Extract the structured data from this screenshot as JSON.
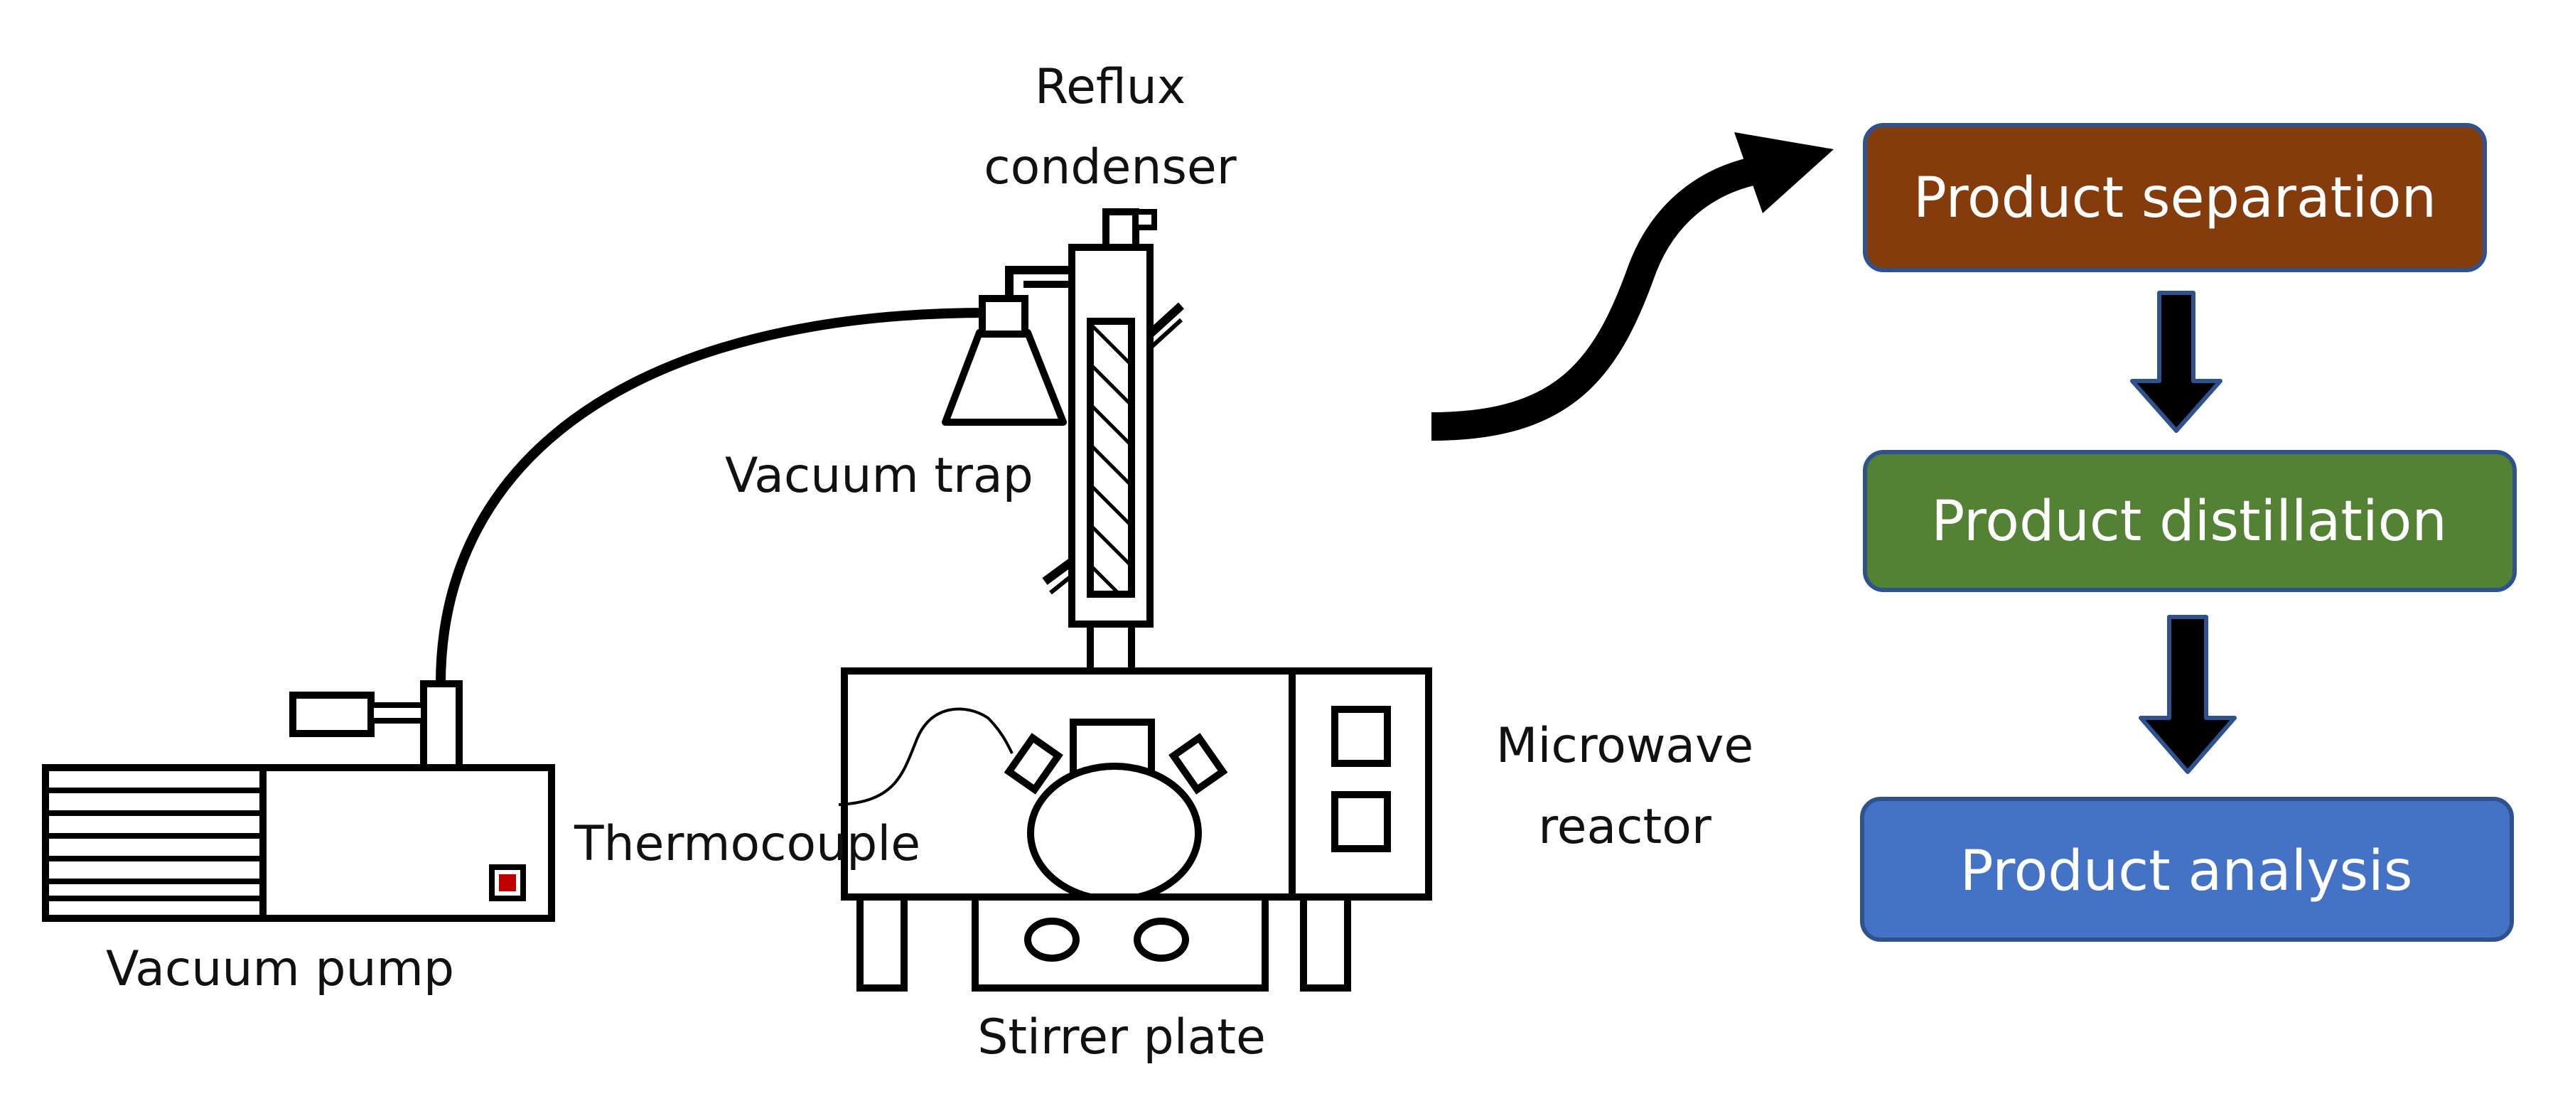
{
  "labels": {
    "reflux_line1": "Reflux",
    "reflux_line2": "condenser",
    "vacuum_trap": "Vacuum trap",
    "vacuum_pump": "Vacuum pump",
    "thermocouple": "Thermocouple",
    "microwave_line1": "Microwave",
    "microwave_line2": "reactor",
    "stirrer_plate": "Stirrer plate"
  },
  "flow": {
    "steps": [
      {
        "label": "Product separation",
        "color": "#843C0C"
      },
      {
        "label": "Product distillation",
        "color": "#548235"
      },
      {
        "label": "Product analysis",
        "color": "#4472C4"
      }
    ],
    "border_color": "#2F528F",
    "arrow_color": "#000000",
    "arrow_outline_color": "#2F528F"
  },
  "colors": {
    "stroke": "#000000",
    "pump_indicator": "#C00000"
  }
}
